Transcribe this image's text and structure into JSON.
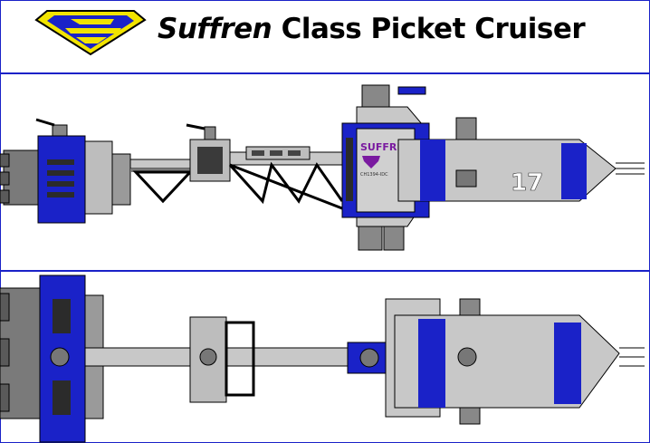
{
  "header": {
    "title_ship": "Suffren",
    "title_rest": "Class Picket Cruiser",
    "logo_icon": "emblem-e-logo"
  },
  "side_view": {
    "name_text": "SUFFREN",
    "registry_text": "CH1394-IDC",
    "hull_number": "17"
  },
  "colors": {
    "accent_blue": "#1a22c8",
    "hull_gray": "#c8c8c8",
    "logo_yellow": "#f2e400",
    "name_purple": "#7a1aa0"
  }
}
